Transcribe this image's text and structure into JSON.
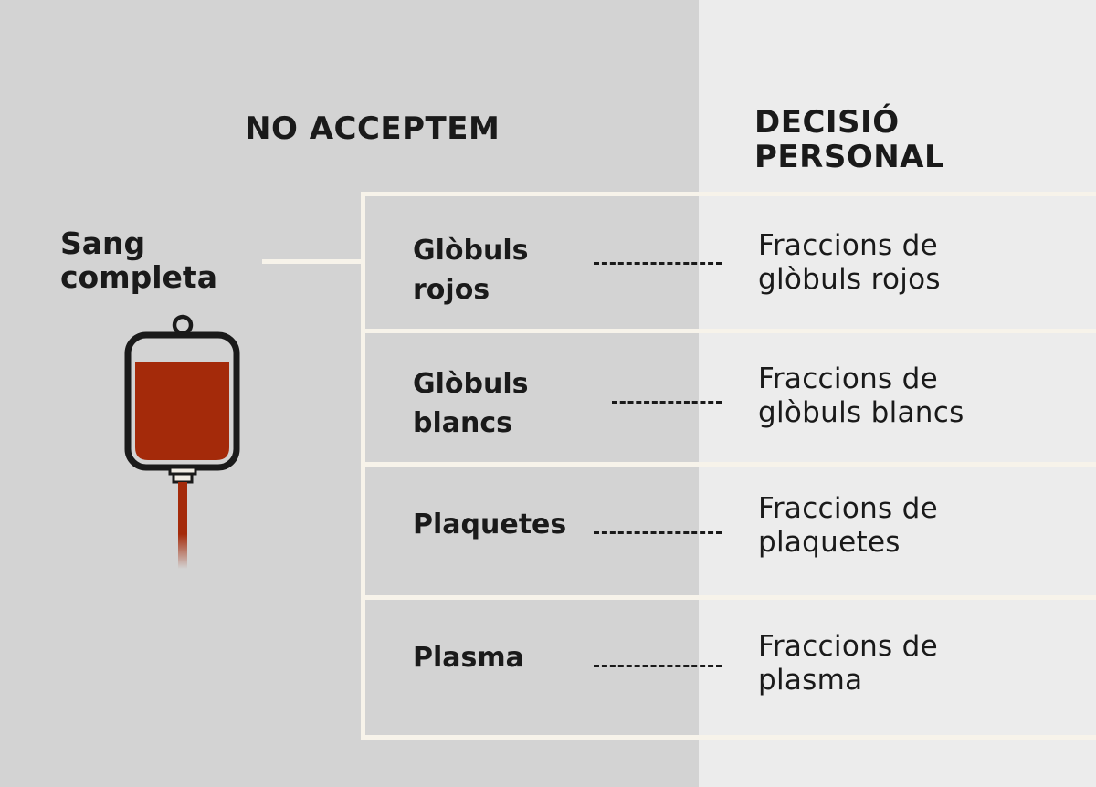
{
  "columns": {
    "left_header": "NO ACCEPTEM",
    "right_header": "DECISIÓ\nPERSONAL"
  },
  "whole_blood": {
    "label": "Sang\ncompleta",
    "icon": "blood-bag-icon",
    "blood_color": "#a42a0a"
  },
  "components": [
    {
      "primary": "Glòbuls\nrojos",
      "fraction": "Fraccions de\nglòbuls rojos"
    },
    {
      "primary": "Glòbuls\nblancs",
      "fraction": "Fraccions de\nglòbuls blancs"
    },
    {
      "primary": "Plaquetes",
      "fraction": "Fraccions de\nplaquetes"
    },
    {
      "primary": "Plasma",
      "fraction": "Fraccions de\nplasma"
    }
  ],
  "colors": {
    "left_background": "#d3d3d3",
    "right_background": "#ececec",
    "lines": "#f7f3ea"
  }
}
